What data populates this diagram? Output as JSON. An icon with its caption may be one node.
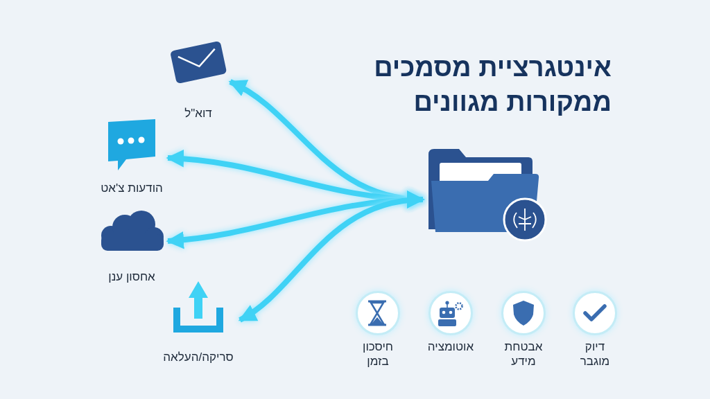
{
  "diagram": {
    "title": "אינטגרציית מסמכים ממקורות מגוונים",
    "nodes": [
      {
        "text": [],
        "shape": "picture"
      },
      {
        "text": [
          "דוא\"ל"
        ]
      },
      {
        "text": [
          "הודעות צ'אט"
        ]
      },
      {
        "text": [
          "אחסון ענן"
        ]
      },
      {
        "text": [
          "סריקה/העלאה"
        ]
      },
      {
        "text": [
          "דיוק מוגבר"
        ]
      },
      {
        "text": [
          "אבטחת מידע"
        ]
      },
      {
        "text": [
          "אוטומציה"
        ]
      },
      {
        "text": [
          "חיסכון בזמן"
        ]
      }
    ],
    "edges": [
      {
        "from": 1,
        "to": 0,
        "arrow": "both"
      },
      {
        "from": 2,
        "to": 0,
        "arrow": "both"
      },
      {
        "from": 3,
        "to": 0,
        "arrow": "both"
      },
      {
        "from": 4,
        "to": 0,
        "arrow": "both"
      }
    ]
  }
}
